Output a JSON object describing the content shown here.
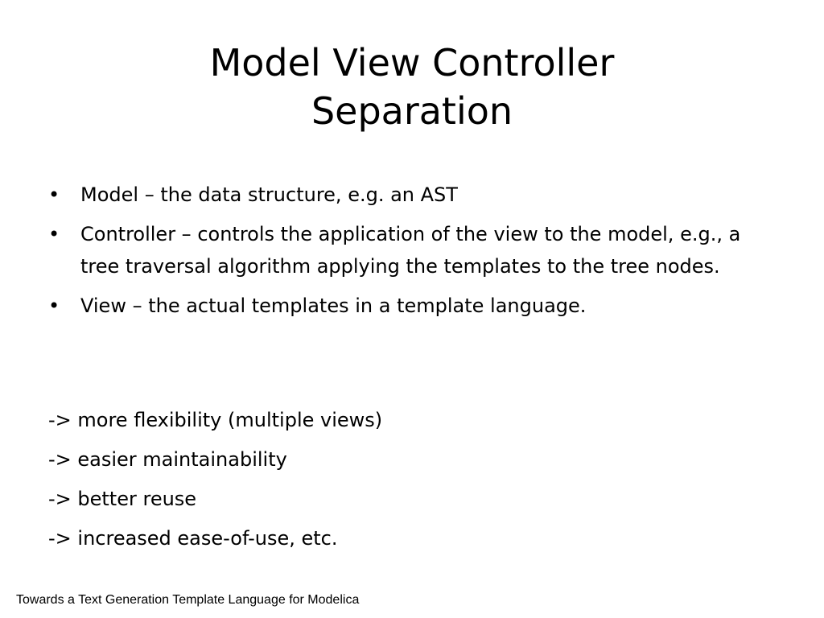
{
  "slide": {
    "title_lines": [
      "Model View Controller",
      "Separation"
    ],
    "bullets": [
      "Model – the data structure, e.g. an AST",
      "Controller – controls the application of the view to the model, e.g., a tree traversal algorithm applying the templates to the tree nodes.",
      "View – the actual templates in a template language."
    ],
    "arrow_lines": [
      "-> more flexibility (multiple views)",
      "-> easier maintainability",
      "-> better reuse",
      "-> increased ease-of-use, etc."
    ],
    "footer": "Towards a Text Generation Template Language for Modelica",
    "bullet_glyph": "•"
  }
}
